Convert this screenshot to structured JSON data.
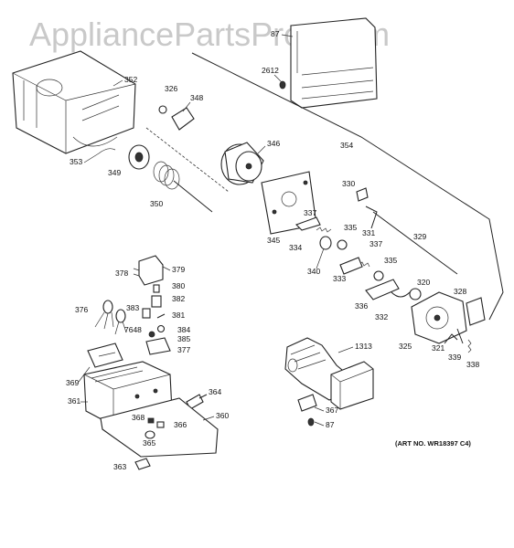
{
  "watermark": "AppliancePartsPros.com",
  "art_number": "(ART NO. WR18397 C4)",
  "labels": {
    "l87a": "87",
    "l2612": "2612",
    "l352": "352",
    "l326": "326",
    "l348": "348",
    "l346": "346",
    "l354": "354",
    "l353": "353",
    "l349": "349",
    "l350": "350",
    "l330": "330",
    "l337a": "337",
    "l335a": "335",
    "l331": "331",
    "l337b": "337",
    "l329": "329",
    "l345": "345",
    "l334": "334",
    "l340": "340",
    "l333": "333",
    "l335b": "335",
    "l320": "320",
    "l378": "378",
    "l379": "379",
    "l380": "380",
    "l382": "382",
    "l376": "376",
    "l383": "383",
    "l381": "381",
    "l7648": "7648",
    "l384": "384",
    "l385": "385",
    "l377": "377",
    "l336": "336",
    "l332": "332",
    "l328": "328",
    "l325": "325",
    "l321": "321",
    "l339": "339",
    "l338": "338",
    "l1313": "1313",
    "l369": "369",
    "l364": "364",
    "l361": "361",
    "l368": "368",
    "l366": "366",
    "l360": "360",
    "l367": "367",
    "l87b": "87",
    "l365": "365",
    "l363": "363"
  }
}
